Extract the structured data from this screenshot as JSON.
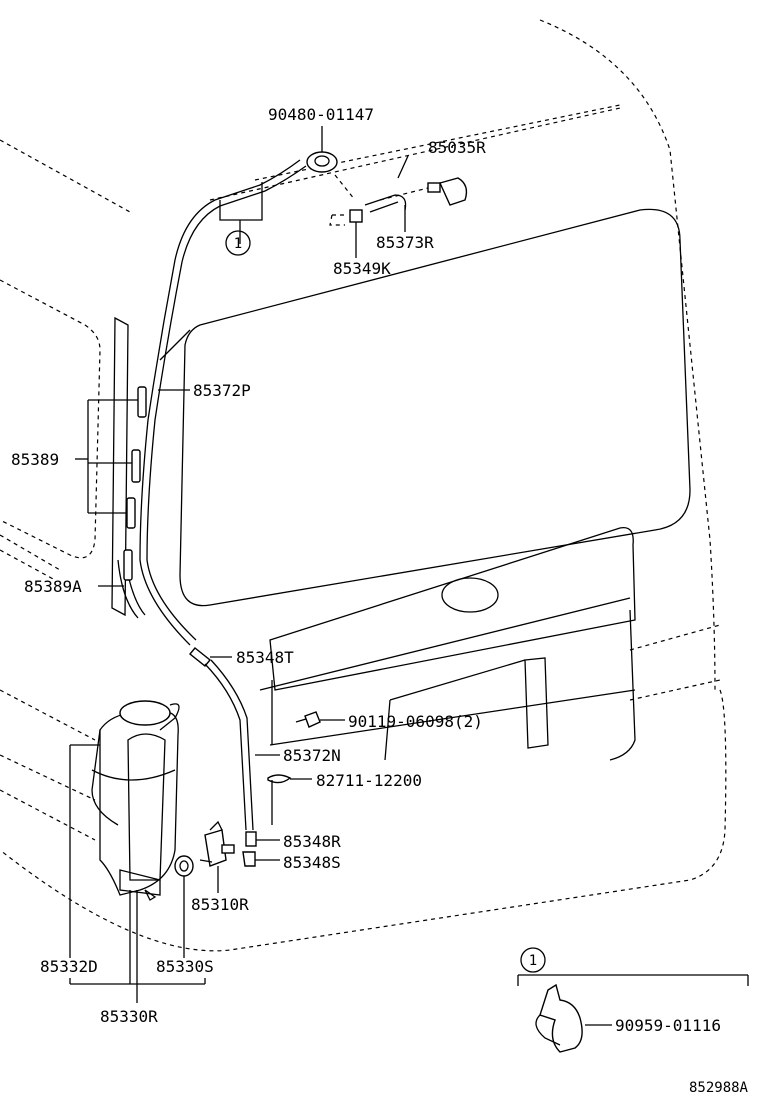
{
  "labels": {
    "p90480": "90480-01147",
    "p85035R": "85035R",
    "p85373R": "85373R",
    "p85349K": "85349K",
    "ref1_top": "1",
    "p85372P": "85372P",
    "p85389": "85389",
    "p85389A": "85389A",
    "p85348T": "85348T",
    "p90119": "90119-06098(2)",
    "p85372N": "85372N",
    "p82711": "82711-12200",
    "p85348R": "85348R",
    "p85348S": "85348S",
    "p85310R": "85310R",
    "p85332D": "85332D",
    "p85330S": "85330S",
    "p85330R": "85330R",
    "ref1_inset": "1",
    "p90959": "90959-01116",
    "diagram_code": "852988A"
  }
}
